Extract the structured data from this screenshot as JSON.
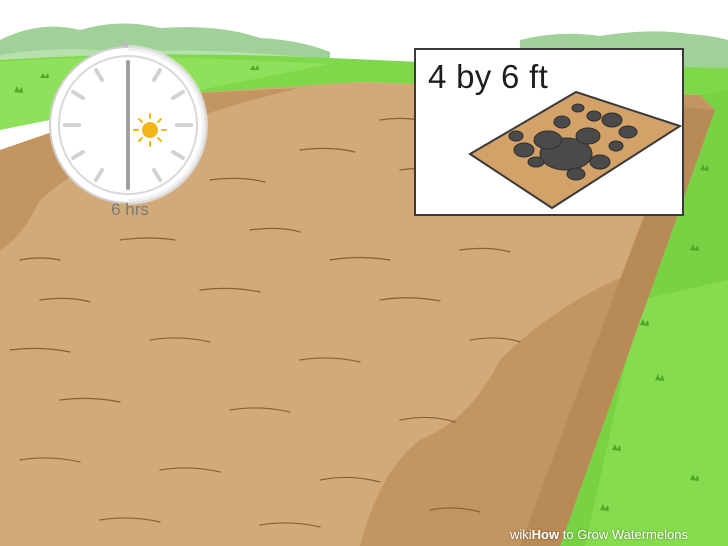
{
  "clock": {
    "caption": "6 hrs",
    "icon": "clock-icon",
    "sun_icon": "sun-icon"
  },
  "plot_card": {
    "label": "4 by 6 ft",
    "icon": "watermelon-plant-icon"
  },
  "watermark": {
    "brand_prefix": "wiki",
    "brand_how": "How",
    "title": " to Grow Watermelons"
  },
  "colors": {
    "soil": "#d2aa7a",
    "soil_dark": "#b88a55",
    "grass": "#7fd84a",
    "grass_dark": "#4ea82a",
    "sky_white": "#ffffff",
    "tree_green": "#8cc98a",
    "sun": "#f2b418"
  }
}
